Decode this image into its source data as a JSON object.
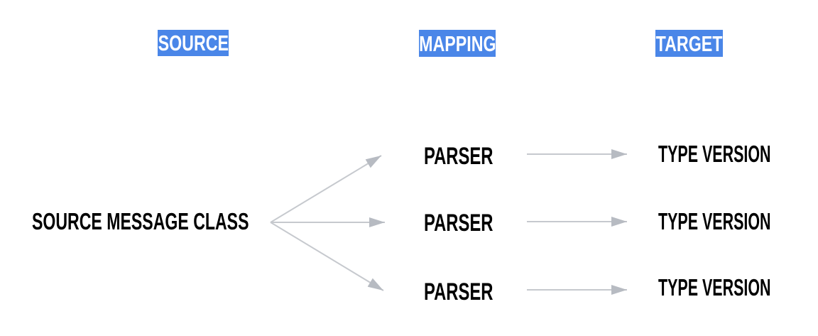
{
  "diagram": {
    "headers": {
      "source": "SOURCE",
      "mapping": "MAPPING",
      "target": "TARGET"
    },
    "source_node": {
      "label": "SOURCE MESSAGE CLASS"
    },
    "rows": [
      {
        "parser": "PARSER",
        "target": "TYPE VERSION"
      },
      {
        "parser": "PARSER",
        "target": "TYPE VERSION"
      },
      {
        "parser": "PARSER",
        "target": "TYPE VERSION"
      }
    ],
    "colors": {
      "background": "#ffffff",
      "header_bg": "#4a86e8",
      "header_text": "#ffffff",
      "label_text": "#000000",
      "arrow_line": "#c6c9ce",
      "arrow_head": "#b7bbc2"
    }
  }
}
